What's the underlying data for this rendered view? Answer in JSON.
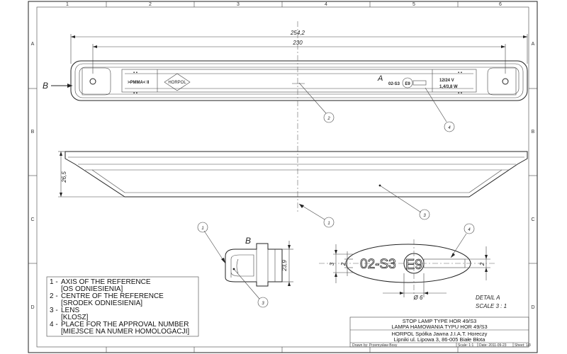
{
  "grid": {
    "columns": [
      "1",
      "2",
      "3",
      "4",
      "5",
      "6"
    ],
    "rows": [
      "A",
      "B",
      "C",
      "D"
    ]
  },
  "dimensions": {
    "overall_length": "254,2",
    "mount_length": "230",
    "height": "26,5",
    "b_height": "23,9",
    "detail_h1": "3",
    "detail_h2": "2",
    "detail_h3": "2",
    "diameter": "Ø 6"
  },
  "view_labels": {
    "section_b_top": "B",
    "section_b_detail": "B",
    "detail_a_marker": "A",
    "detail_a_title": "DETAIL A",
    "detail_a_scale": "SCALE 3 : 1"
  },
  "lamp_markings": {
    "brand": "HORPOL",
    "symbol": ">PMMA< II",
    "code": "02-S3",
    "approval": "E9",
    "voltage": "12/24 V",
    "power": "1,4/3,8 W"
  },
  "callouts": [
    "1",
    "2",
    "3",
    "4"
  ],
  "legend": [
    {
      "num": "1 -",
      "en": "AXIS OF THE REFERENCE",
      "pl": "[OS ODNIESIENIA]"
    },
    {
      "num": "2 -",
      "en": "CENTRE OF THE REFERENCE",
      "pl": "[SRODEK ODNIESIENIA]"
    },
    {
      "num": "3 -",
      "en": "LENS",
      "pl": "[KLOSZ]"
    },
    {
      "num": "4 -",
      "en": "PLACE FOR THE APPROVAL NUMBER",
      "pl": "[MIEJSCE NA NUMER HOMOLOGACJI]"
    }
  ],
  "title_block": {
    "title_en": "STOP LAMP TYPE HOR 49/S3",
    "title_pl": "LAMPA HAMOWANIA TYPU HOR 49/S3",
    "company": "HORPOL Spółka Jawna   J.I.A.T. Horeczy",
    "address": "Lipniki ul. Lipowa 3, 86-005 Białe Błota",
    "drawn_by": "Drawn by:  Przemysław Bosy",
    "scale": "Scale: 1:1",
    "date": "Date: 2011-09-23",
    "sheet": "Sheet: 1/3"
  }
}
